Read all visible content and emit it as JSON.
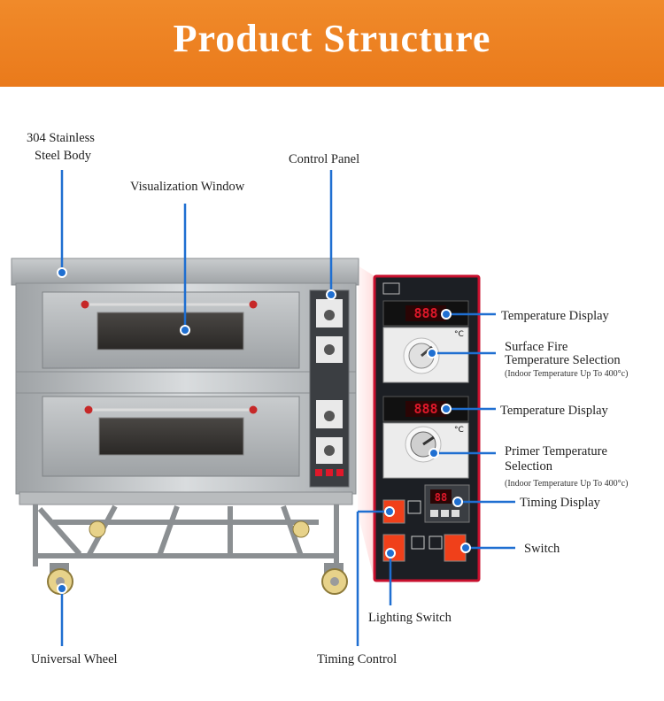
{
  "header": {
    "title": "Product Structure"
  },
  "labels": {
    "stainless_body": [
      "304 Stainless",
      "Steel Body"
    ],
    "control_panel": "Control Panel",
    "visualization_window": "Visualization Window",
    "universal_wheel": "Universal Wheel",
    "timing_control": "Timing Control",
    "lighting_switch": "Lighting Switch",
    "temp_display_1": "Temperature Display",
    "surface_fire": [
      "Surface Fire",
      "Temperature Selection"
    ],
    "surface_fire_note": "(Indoor Temperature Up To 400°c)",
    "temp_display_2": "Temperature Display",
    "primer_temp": [
      "Primer Temperature",
      "Selection"
    ],
    "primer_temp_note": "(Indoor Temperature Up To 400°c)",
    "timing_display": "Timing Display",
    "switch": "Switch"
  },
  "panel": {
    "display_value": "888",
    "timer_value": "88",
    "unit": "°C"
  },
  "colors": {
    "banner": "#ee8224",
    "callout": "#1f6fd1",
    "panel_border": "#c8102e",
    "panel_bg": "#1c1f24",
    "led": "#e0182a",
    "rocker": "#f0401a"
  }
}
